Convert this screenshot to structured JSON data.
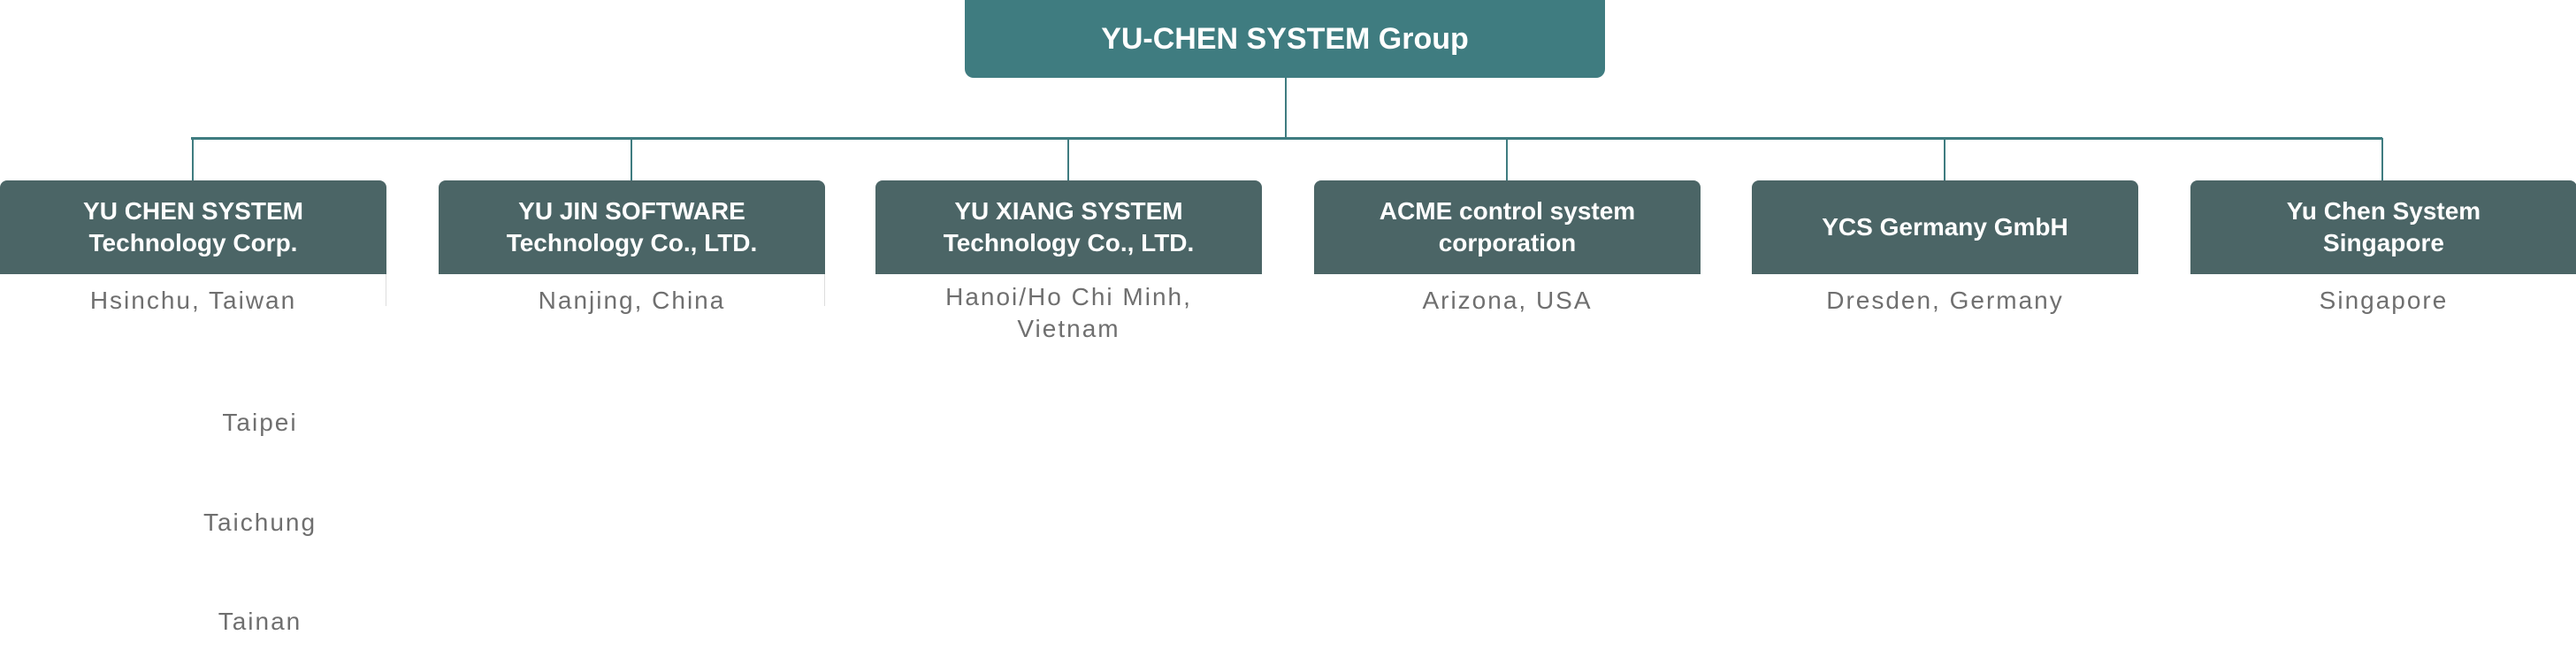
{
  "root": {
    "title": "YU-CHEN SYSTEM Group"
  },
  "companies": [
    {
      "line1": "YU CHEN SYSTEM",
      "line2": "Technology Corp.",
      "location": "Hsinchu, Taiwan",
      "branches": [
        "Taipei",
        "Taichung",
        "Tainan"
      ]
    },
    {
      "line1": "YU JIN SOFTWARE",
      "line2": "Technology Co., LTD.",
      "location": "Nanjing, China"
    },
    {
      "line1": "YU XIANG SYSTEM",
      "line2": "Technology Co., LTD.",
      "location": "Hanoi/Ho Chi Minh, Vietnam"
    },
    {
      "line1": "ACME control system",
      "line2": "corporation",
      "location": "Arizona, USA"
    },
    {
      "line1": "YCS Germany GmbH",
      "line2": "",
      "location": "Dresden, Germany"
    },
    {
      "line1": "Yu Chen System",
      "line2": "Singapore",
      "location": "Singapore"
    }
  ],
  "colors": {
    "root": "#3f7c80",
    "box": "#4b6566",
    "connector": "#3f7c80",
    "location_text": "#6f6f6f"
  }
}
